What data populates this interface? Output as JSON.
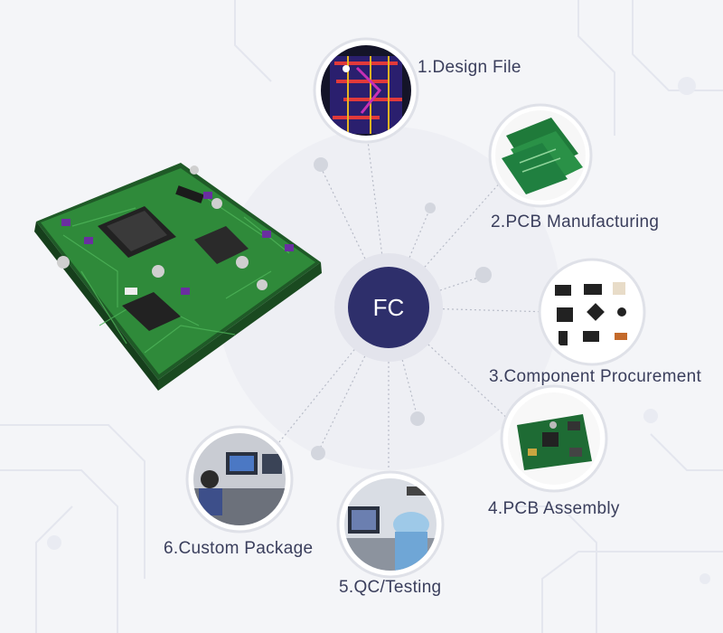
{
  "hub": {
    "label": "FC",
    "color": "#2e2f6b"
  },
  "steps": [
    {
      "label": "1.Design File",
      "icon": "pcb-design-layout-image"
    },
    {
      "label": "2.PCB Manufacturing",
      "icon": "bare-pcb-boards-image"
    },
    {
      "label": "3.Component Procurement",
      "icon": "electronic-components-image"
    },
    {
      "label": "4.PCB Assembly",
      "icon": "assembled-pcb-image"
    },
    {
      "label": "5.QC/Testing",
      "icon": "qc-technician-image"
    },
    {
      "label": "6.Custom Package",
      "icon": "packaging-workstation-image"
    }
  ],
  "colors": {
    "pcb_green": "#2f8a3a",
    "accent": "#2e2f6b",
    "background": "#f4f5f8"
  }
}
